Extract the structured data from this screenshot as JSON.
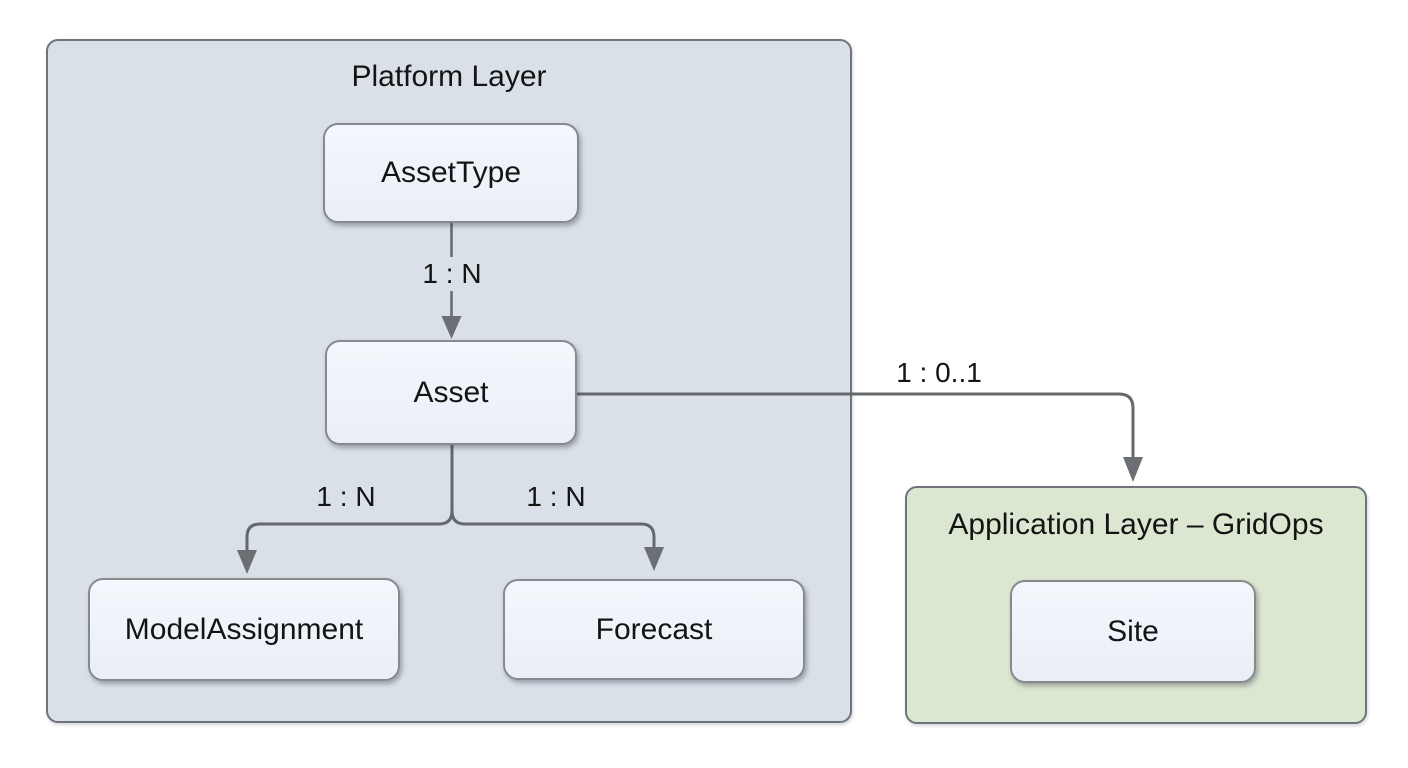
{
  "platform_group": {
    "title": "Platform Layer",
    "nodes": {
      "asset_type": "AssetType",
      "asset": "Asset",
      "model_assignment": "ModelAssignment",
      "forecast": "Forecast"
    }
  },
  "application_group": {
    "title": "Application Layer – GridOps",
    "nodes": {
      "site": "Site"
    }
  },
  "edges": [
    {
      "from": "AssetType",
      "to": "Asset",
      "label": "1 : N"
    },
    {
      "from": "Asset",
      "to": "ModelAssignment",
      "label": "1 : N"
    },
    {
      "from": "Asset",
      "to": "Forecast",
      "label": "1 : N"
    },
    {
      "from": "Asset",
      "to": "Site",
      "label": "1 : 0..1"
    }
  ],
  "colors": {
    "background": "#ffffff",
    "platform_fill": "#d9e0e8",
    "application_fill": "#dbe7d1",
    "node_fill": "#eef2f9",
    "container_border": "#6f747a",
    "node_border": "#87898d",
    "edge_line": "#64686d",
    "text": "#141414"
  }
}
